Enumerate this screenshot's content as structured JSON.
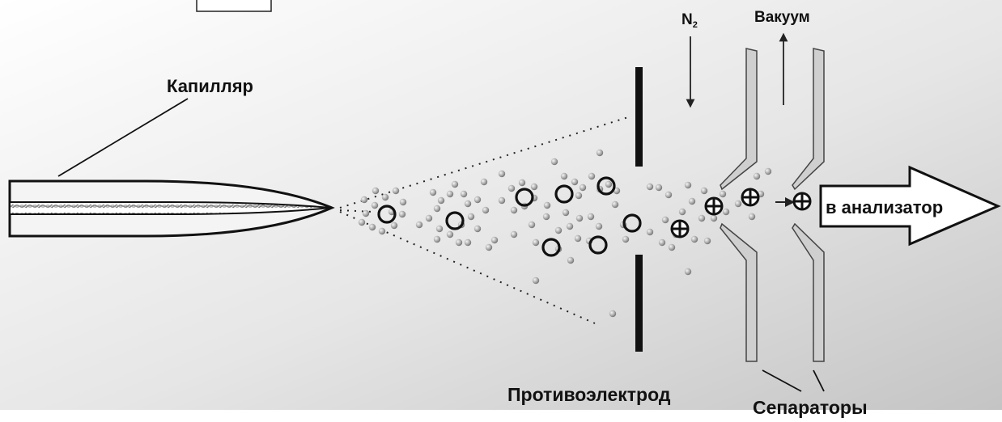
{
  "labels": {
    "capillary": "Капилляр",
    "nitrogen_main": "N",
    "nitrogen_sub": "2",
    "vacuum": "Вакуум",
    "analyzer": "в анализатор",
    "counter_electrode": "Противоэлектрод",
    "separators": "Сепараторы"
  },
  "icons": {
    "ion": "circled-plus-icon",
    "droplet": "open-circle-icon",
    "particle": "small-sphere-icon"
  },
  "colors": {
    "background_light": "#ffffff",
    "background_dark": "#c9c9c9",
    "ink": "#111111",
    "separator_fill": "#cfcfcf",
    "particle_fill": "#bdbdbd"
  }
}
